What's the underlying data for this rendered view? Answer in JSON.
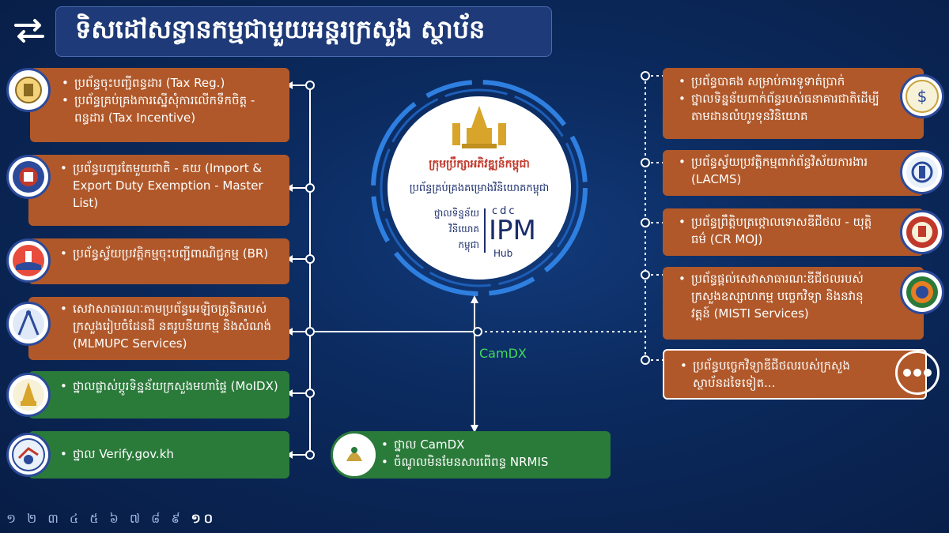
{
  "title": "ទិសដៅសន្ធានកម្មជាមួយអន្តរក្រសួង ស្ថាប័ន",
  "hub": {
    "org_name": "ក្រុមប្រឹក្សាអភិវឌ្ឍន៍កម្ពុជា",
    "system_name": "ប្រព័ន្ធគ្រប់គ្រងគម្រោងវិនិយោគកម្ពុជា",
    "portal_label_1": "ថ្នាលទិន្នន័យ",
    "portal_label_2": "វិនិយោគ",
    "portal_label_3": "កម្ពុជា",
    "cdc": "cdc",
    "ipm": "IPM",
    "hub": "Hub"
  },
  "camdx_label": "CamDX",
  "left_boxes": [
    {
      "lines": [
        "ប្រព័ន្ធចុះបញ្ជីពន្ធដារ (Tax Reg.)",
        "ប្រព័ន្ធគ្រប់គ្រងការស្នើសុំការលើកទឹកចិត្ត - ពន្ធដារ (Tax Incentive)"
      ]
    },
    {
      "lines": [
        "ប្រព័ន្ធបញ្ជរតែមួយជាតិ - គយ (Import & Export Duty Exemption - Master List)"
      ]
    },
    {
      "lines": [
        "ប្រព័ន្ធស្វ័យប្រវត្តិកម្មចុះបញ្ជីពាណិជ្ជកម្ម (BR)"
      ]
    },
    {
      "lines": [
        "សេវាសាធារណៈតាមប្រព័ន្ធអេឡិចត្រូនិករបស់ក្រសួងរៀបចំដែនដី នគរូបនីយកម្ម និងសំណង់ (MLMUPC Services)"
      ]
    },
    {
      "lines": [
        "ថ្នាលផ្លាស់ប្ដូរទិន្នន័យក្រសួងមហាផ្ទៃ (MoIDX)"
      ]
    },
    {
      "lines": [
        "ថ្នាល Verify.gov.kh"
      ]
    }
  ],
  "right_boxes": [
    {
      "lines": [
        "ប្រព័ន្ធបាគង សម្រាប់ការទូទាត់ប្រាក់",
        "ថ្នាលទិន្នន័យពាក់ព័ន្ធរបស់ធនាគារជាតិដើម្បីតាមដានលំហូរទុនវិនិយោគ"
      ]
    },
    {
      "lines": [
        "ប្រព័ន្ធស្វ័យប្រវត្តិកម្មពាក់ព័ន្ធវិស័យការងារ (LACMS)"
      ]
    },
    {
      "lines": [
        "ប្រព័ន្ធព្រឹត្តិបត្រថ្កោលទោសឌីជីថល - យុត្តិធម៌ (CR MOJ)"
      ]
    },
    {
      "lines": [
        "ប្រព័ន្ធផ្ដល់សេវាសាធារណៈឌីជីថលរបស់ក្រសួងឧស្សាហកម្ម បច្ចេកវិទ្យា និងនវានុវត្តន៍ (MISTI Services)"
      ]
    },
    {
      "lines": [
        "ប្រព័ន្ធបច្ចេកវិទ្យាឌីជីថលរបស់ក្រសួងស្ថាប័នដទៃទៀត..."
      ]
    }
  ],
  "bottom_box": {
    "lines": [
      "ថ្នាល CamDX",
      "ចំណូលមិនមែនសារពើពន្ធ NRMIS"
    ]
  },
  "pager": {
    "pages": [
      "១",
      "២",
      "៣",
      "៤",
      "៥",
      "៦",
      "៧",
      "៨",
      "៩",
      "១០"
    ],
    "active_index": 9
  },
  "colors": {
    "brown": "#b0582a",
    "green": "#2a7a3a",
    "background": "#0b2a5e",
    "camdx_label": "#3ddc5a"
  },
  "icons": [
    "swap-arrows-icon",
    "ellipsis-icon"
  ]
}
